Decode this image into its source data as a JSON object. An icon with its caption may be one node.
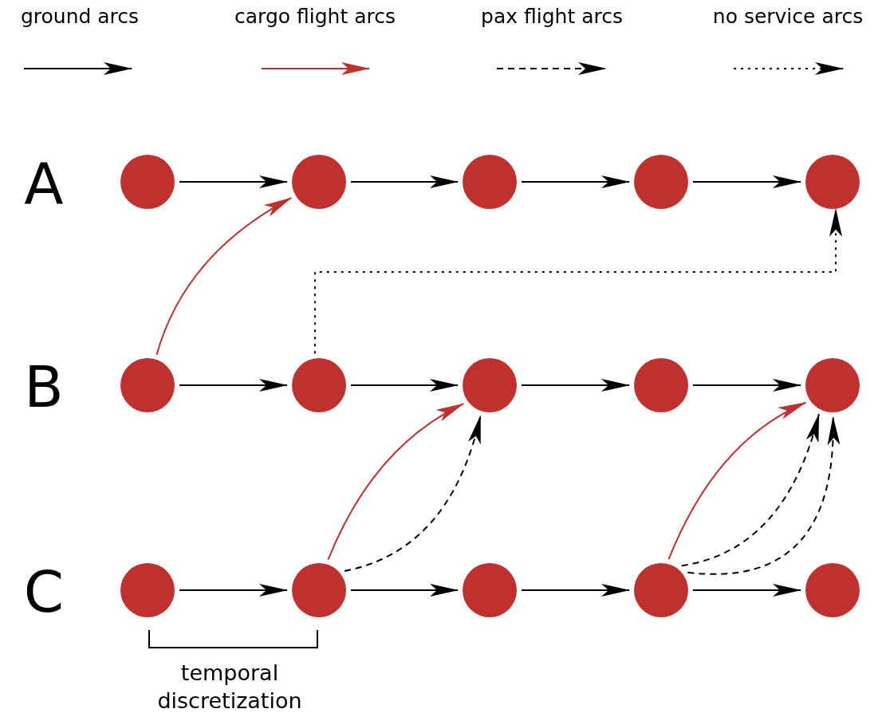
{
  "diagram": {
    "nodes": [
      {
        "text": [],
        "shape": "circle"
      },
      {
        "text": [],
        "shape": "circle"
      },
      {
        "text": [],
        "shape": "circle"
      },
      {
        "text": [],
        "shape": "circle"
      },
      {
        "text": [],
        "shape": "circle"
      },
      {
        "text": [],
        "shape": "circle"
      },
      {
        "text": [],
        "shape": "circle"
      },
      {
        "text": [],
        "shape": "circle"
      },
      {
        "text": [],
        "shape": "circle"
      },
      {
        "text": [],
        "shape": "circle"
      },
      {
        "text": [],
        "shape": "circle"
      },
      {
        "text": [],
        "shape": "circle"
      },
      {
        "text": [],
        "shape": "circle"
      },
      {
        "text": [],
        "shape": "circle"
      },
      {
        "text": [],
        "shape": "circle"
      }
    ],
    "edges": [
      {
        "from": 0,
        "to": 1,
        "arrow": "to"
      },
      {
        "from": 1,
        "to": 2,
        "arrow": "to"
      },
      {
        "from": 2,
        "to": 3,
        "arrow": "to"
      },
      {
        "from": 3,
        "to": 4,
        "arrow": "to"
      },
      {
        "from": 5,
        "to": 6,
        "arrow": "to"
      },
      {
        "from": 6,
        "to": 7,
        "arrow": "to"
      },
      {
        "from": 7,
        "to": 8,
        "arrow": "to"
      },
      {
        "from": 8,
        "to": 9,
        "arrow": "to"
      },
      {
        "from": 10,
        "to": 11,
        "arrow": "to"
      },
      {
        "from": 11,
        "to": 12,
        "arrow": "to"
      },
      {
        "from": 12,
        "to": 13,
        "arrow": "to"
      },
      {
        "from": 13,
        "to": 14,
        "arrow": "to"
      },
      {
        "from": 5,
        "to": 1,
        "arrow": "to",
        "color": "#c0302e"
      },
      {
        "from": 11,
        "to": 7,
        "arrow": "to",
        "color": "#c0302e"
      },
      {
        "from": 11,
        "to": 7,
        "arrow": "to",
        "style": "dashed"
      },
      {
        "from": 13,
        "to": 9,
        "arrow": "to",
        "color": "#c0302e"
      },
      {
        "from": 13,
        "to": 9,
        "arrow": "to",
        "style": "dashed"
      },
      {
        "from": 13,
        "to": 9,
        "arrow": "to",
        "style": "dashed"
      },
      {
        "from": 6,
        "to": 4,
        "arrow": "to",
        "style": "dashed"
      }
    ],
    "labels": [
      "A",
      "B",
      "C",
      "temporal discretization"
    ],
    "legend": [
      {
        "text": "ground arcs"
      },
      {
        "text": "cargo flight arcs"
      },
      {
        "text": "pax flight arcs"
      },
      {
        "text": "no service arcs"
      }
    ]
  }
}
